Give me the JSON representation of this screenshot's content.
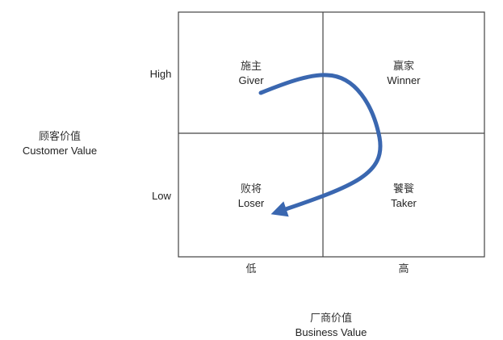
{
  "quadrants": [
    {
      "cn": "施主",
      "en": "Giver"
    },
    {
      "cn": "赢家",
      "en": "Winner"
    },
    {
      "cn": "败将",
      "en": "Loser"
    },
    {
      "cn": "饕餮",
      "en": "Taker"
    }
  ],
  "y_axis": {
    "cn": "顾客价值",
    "en": "Customer Value",
    "ticks": [
      "High",
      "Low"
    ]
  },
  "x_axis": {
    "cn": "厂商价值",
    "en": "Business Value",
    "ticks": [
      "低",
      "高"
    ]
  },
  "colors": {
    "arrow": "#3a67b0",
    "lines": "#444444"
  }
}
